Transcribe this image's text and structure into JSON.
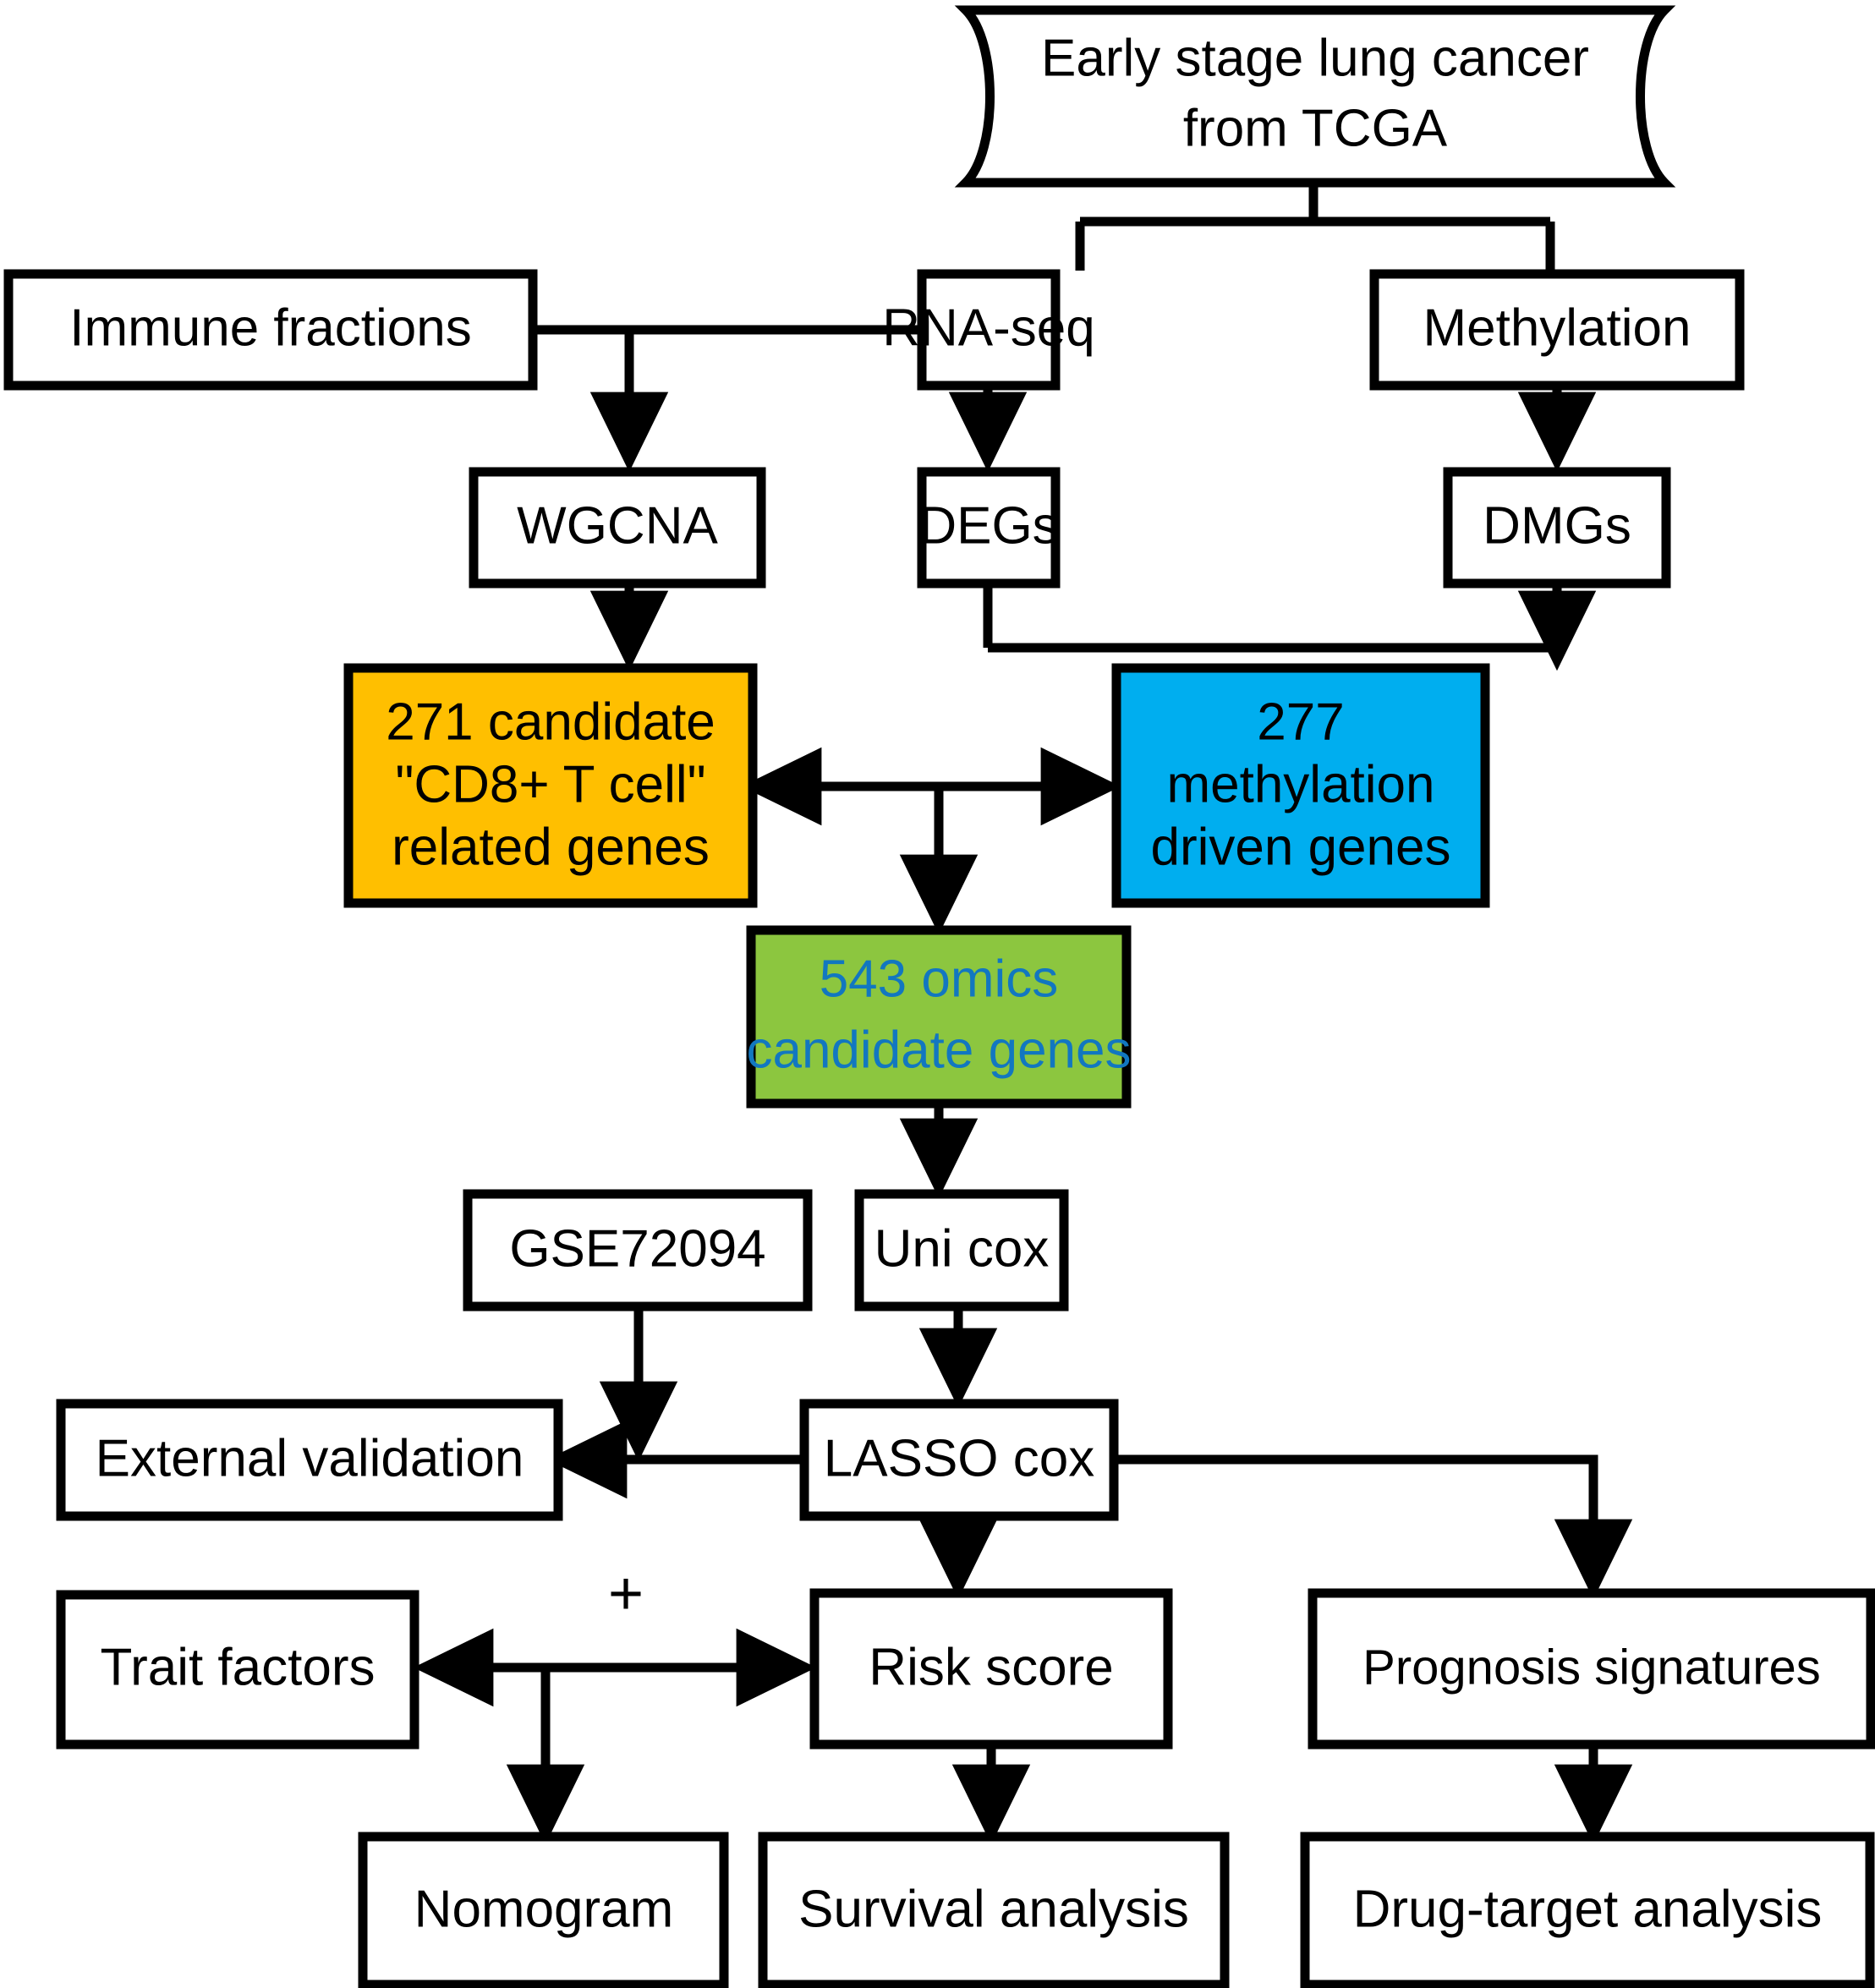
{
  "diagram": {
    "title": "Study design flowchart",
    "colors": {
      "orange": "#FFBF00",
      "blue": "#00AEEF",
      "green": "#8CC63F",
      "green_text_blue": "#1277C0",
      "stroke": "#000000",
      "background": "#FFFFFF"
    },
    "nodes": {
      "source": {
        "line1": "Early stage lung cancer",
        "line2": "from TCGA",
        "shape": "cylinder"
      },
      "immune_fractions": {
        "label": "Immune fractions",
        "shape": "rect"
      },
      "rna_seq": {
        "label": "RNA-seq",
        "shape": "rect"
      },
      "methylation": {
        "label": "Methylation",
        "shape": "rect"
      },
      "wgcna": {
        "label": "WGCNA",
        "shape": "rect"
      },
      "degs": {
        "label": "DEGs",
        "shape": "rect"
      },
      "dmgs": {
        "label": "DMGs",
        "shape": "rect"
      },
      "candidate_genes": {
        "line1": "271 candidate",
        "line2": "\"CD8+ T cell\"",
        "line3": "related genes",
        "shape": "rect",
        "fill": "#FFBF00"
      },
      "methylation_driven": {
        "line1": "277",
        "line2": "methylation",
        "line3": "driven genes",
        "shape": "rect",
        "fill": "#00AEEF"
      },
      "omics_candidate": {
        "line1": "543 omics",
        "line2": "candidate genes",
        "shape": "rect",
        "fill": "#8CC63F"
      },
      "gse": {
        "label": "GSE72094",
        "shape": "rect"
      },
      "uni_cox": {
        "label": "Uni cox",
        "shape": "rect"
      },
      "external_validation": {
        "label": "External validation",
        "shape": "rect"
      },
      "lasso_cox": {
        "label": "LASSO cox",
        "shape": "rect"
      },
      "trait_factors": {
        "label": "Trait factors",
        "shape": "rect"
      },
      "risk_score": {
        "label": "Risk score",
        "shape": "rect"
      },
      "prognosis_signatures": {
        "label": "Prognosis signatures",
        "shape": "rect"
      },
      "nomogram": {
        "label": "Nomogram",
        "shape": "rect"
      },
      "survival_analysis": {
        "label": "Survival analysis",
        "shape": "rect"
      },
      "drug_target_analysis": {
        "label": "Drug-target analysis",
        "shape": "rect"
      }
    },
    "annotations": {
      "plus": "+"
    }
  }
}
